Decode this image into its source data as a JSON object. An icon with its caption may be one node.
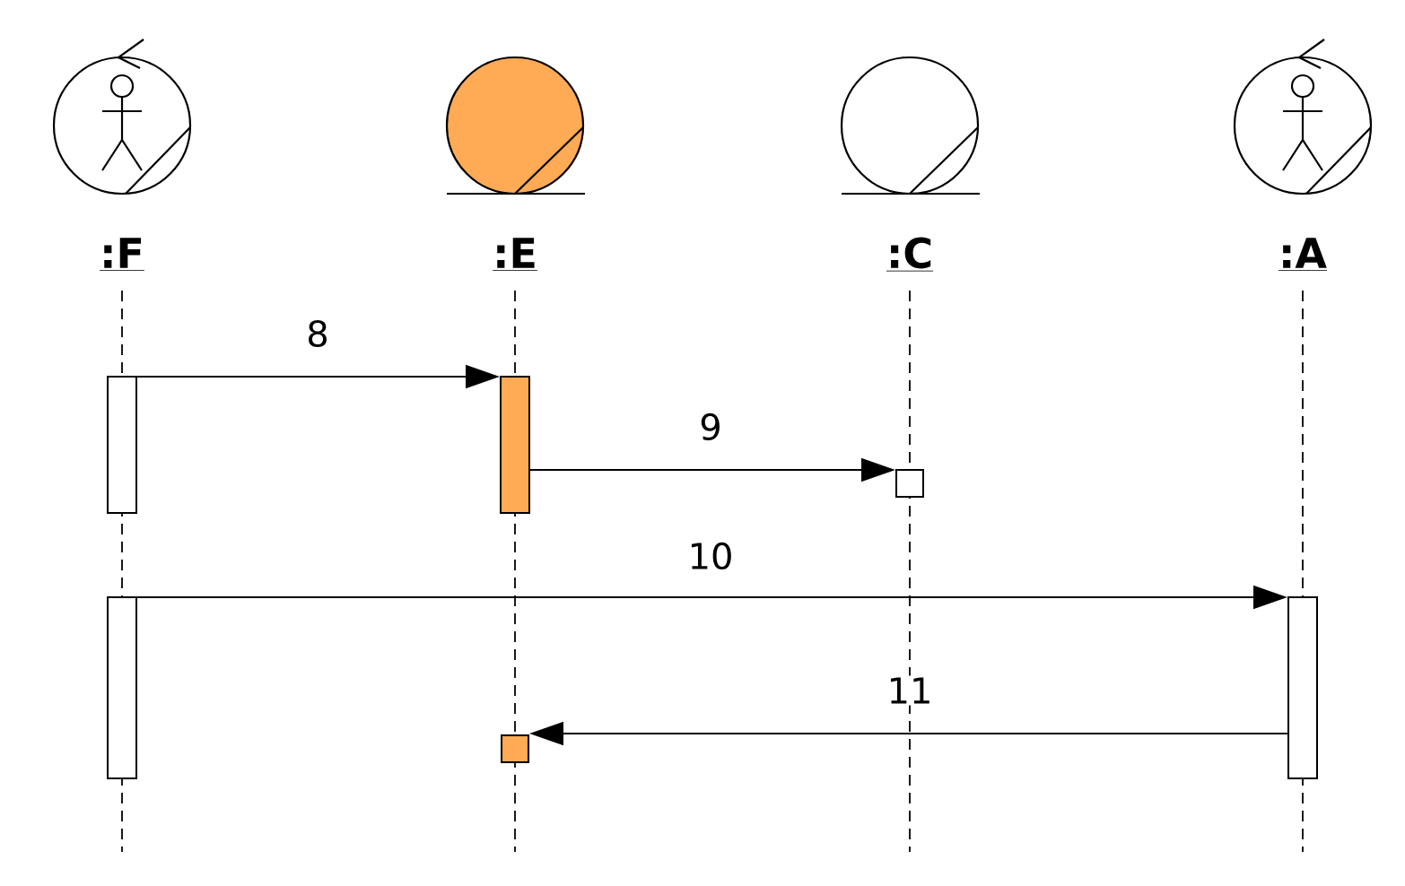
{
  "diagram": {
    "nodes": [
      {
        "text": [
          ":F"
        ]
      },
      {
        "text": [
          ":E"
        ]
      },
      {
        "text": [
          ":C"
        ]
      },
      {
        "text": [
          ":A"
        ]
      },
      {
        "text": [],
        "shape": "bar"
      },
      {
        "text": [],
        "shape": "bar"
      },
      {
        "text": [],
        "shape": "box"
      },
      {
        "text": [],
        "shape": "bar"
      },
      {
        "text": [],
        "shape": "bar"
      },
      {
        "text": [],
        "shape": "box"
      }
    ],
    "edges": [
      {
        "from": 4,
        "to": 5,
        "arrow": "to",
        "label": "8"
      },
      {
        "from": 5,
        "to": 6,
        "arrow": "to",
        "label": "9"
      },
      {
        "from": 7,
        "to": 8,
        "arrow": "to",
        "label": "10"
      },
      {
        "from": 8,
        "to": 9,
        "arrow": "to",
        "label": "11"
      }
    ]
  }
}
